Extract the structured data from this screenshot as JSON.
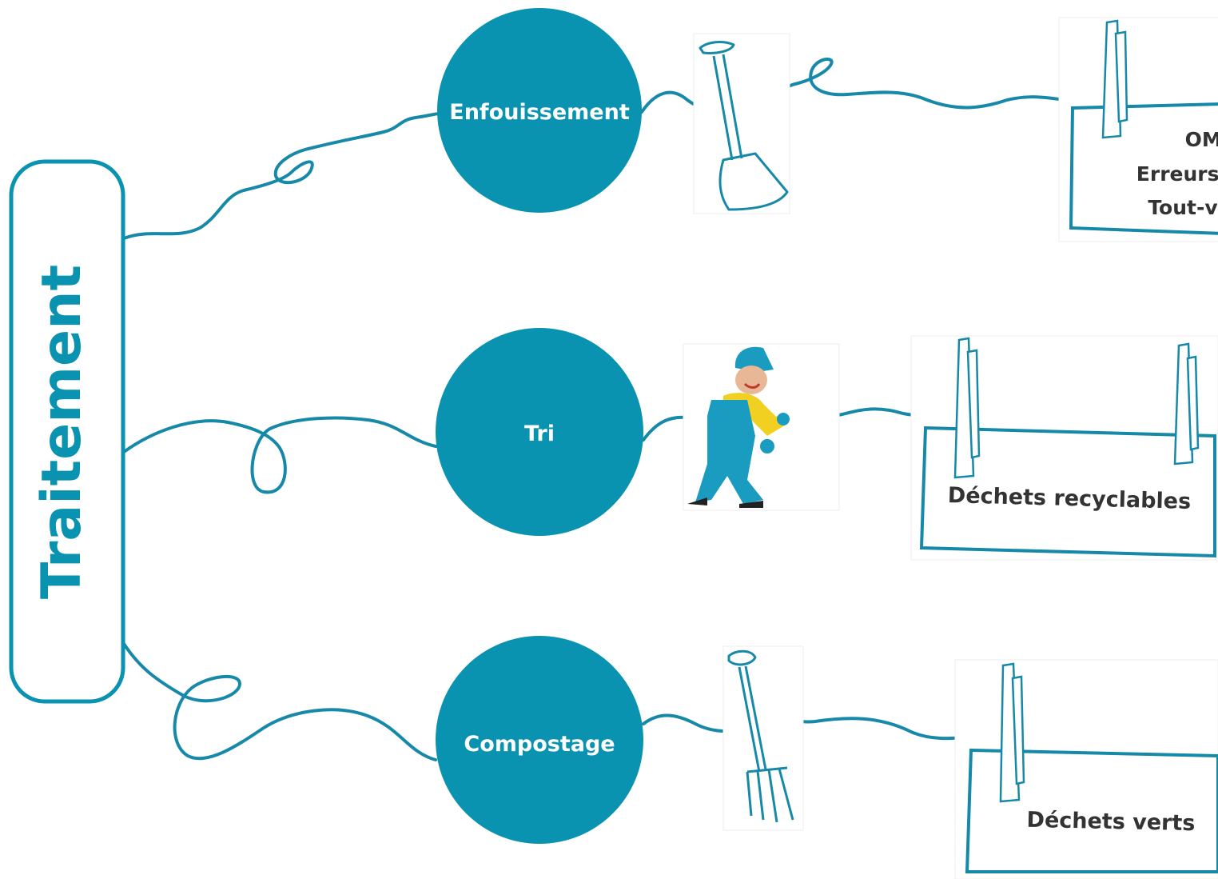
{
  "colors": {
    "teal": "#0a93b0",
    "line": "#1789a8",
    "white": "#ffffff",
    "text": "#333333"
  },
  "root": {
    "label": "Traitement"
  },
  "branches": [
    {
      "label": "Enfouissement",
      "tool_icon": "shovel-icon",
      "card_lines": [
        "OM",
        "Erreurs",
        "Tout-v"
      ]
    },
    {
      "label": "Tri",
      "tool_icon": "worker-icon",
      "card_lines": [
        "Déchets recyclables"
      ]
    },
    {
      "label": "Compostage",
      "tool_icon": "pitchfork-icon",
      "card_lines": [
        "Déchets verts"
      ]
    }
  ]
}
